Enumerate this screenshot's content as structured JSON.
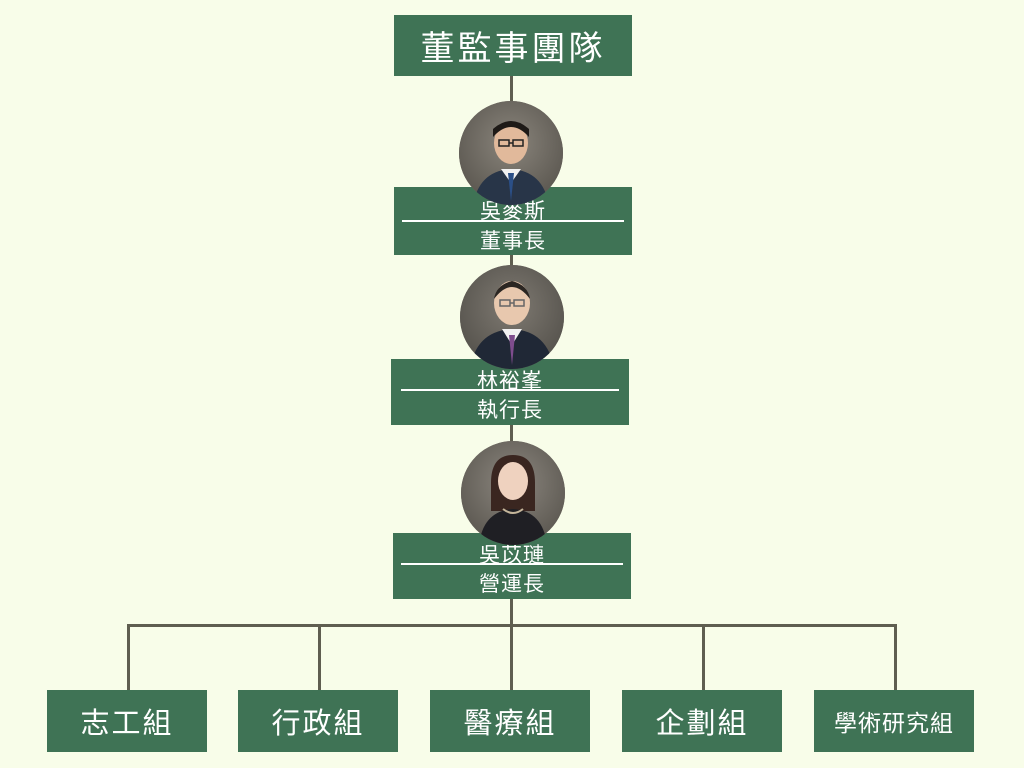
{
  "title": "董監事團隊",
  "people": [
    {
      "name": "吳麥斯",
      "role": "董事長"
    },
    {
      "name": "林裕峯",
      "role": "執行長"
    },
    {
      "name": "吳苡璉",
      "role": "營運長"
    }
  ],
  "teams": [
    {
      "label": "志工組"
    },
    {
      "label": "行政組"
    },
    {
      "label": "醫療組"
    },
    {
      "label": "企劃組"
    },
    {
      "label": "學術研究組"
    }
  ],
  "colors": {
    "background": "#f8fde9",
    "box": "#3f7355",
    "line": "#5f5e50",
    "text": "#ffffff"
  }
}
